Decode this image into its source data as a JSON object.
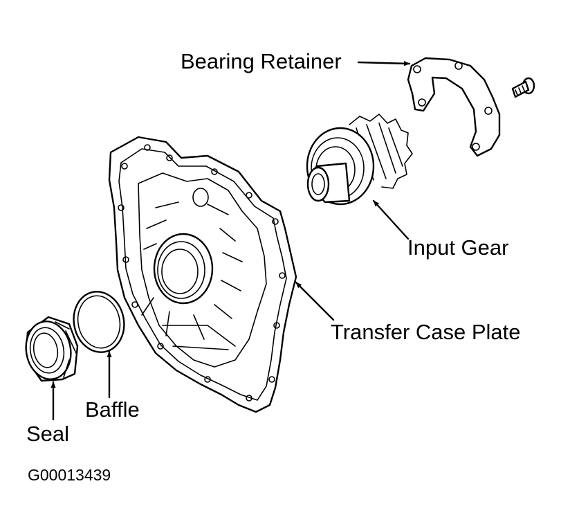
{
  "labels": {
    "bearing_retainer": "Bearing Retainer",
    "input_gear": "Input Gear",
    "transfer_case_plate": "Transfer Case Plate",
    "baffle": "Baffle",
    "seal": "Seal"
  },
  "figure_id": "G00013439"
}
